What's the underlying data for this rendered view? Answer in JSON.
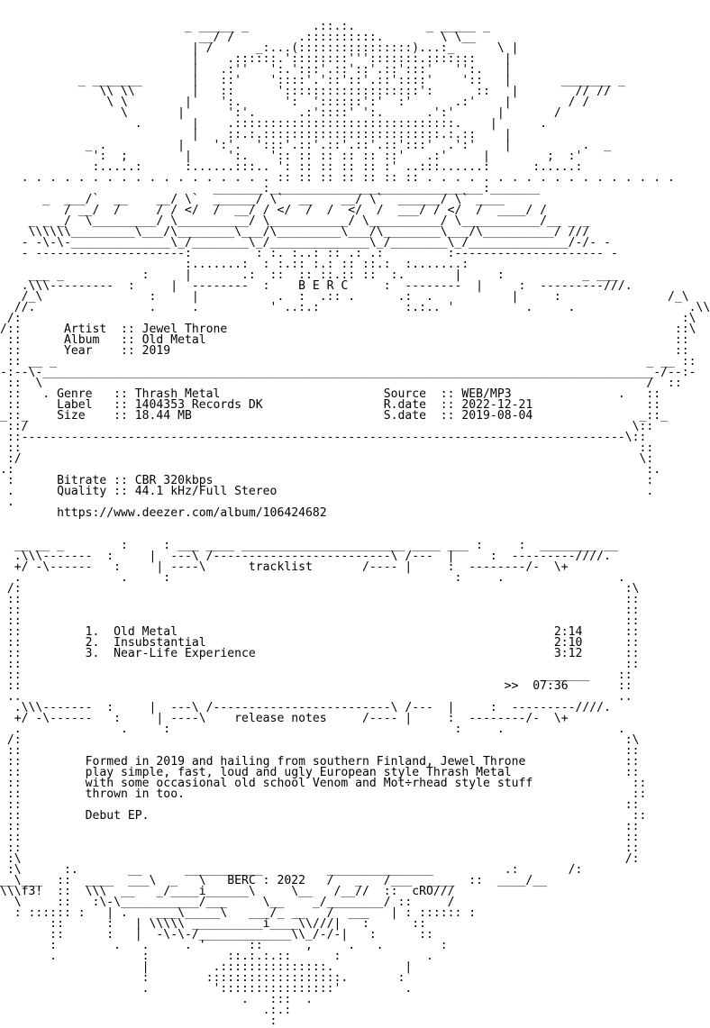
{
  "nfo": {
    "lines": [
      "                          _ _____ _         .::.:.          _ _____ _",
      "                            __/ /         .::::::::::.        \\ \\__",
      "                           | /      _:...(::::::::::::::::)...:_      \\ |",
      "                           |    .::::::.'::::::::''':::::::.:::::::    |",
      "                           |   .:''   ':.':::'.::'::'.::':::'   '':.   |",
      "           _ _______       |   ::'    '::::'.'::'::'.::'::::'    '::   |       _______ _",
      "              \\\\ \\\\        |   ::      ':::::::::::::::::::':      ::   |        // //",
      "               \\ \\        |    ':.      ':  '::::::':'  :'      .:'    |        / /",
      "                 \\       |      ':'.      .:'::::' ':.      .':'      |       /",
      "                   .       |    .:::::::::::::::::::::::::::::::.    |      .",
      "                           |    ::.:.:::::::::::::::::::::::::.:.::    |",
      "            _ .          |    ':'.  ':::'.::'.::'.::'.::':::'  .':'    |          .  _",
      "             ':  ;        |     ':.   ':: :: :: :: :: ::'   .:'     |        ;  :'",
      "             :.....:      :......:::.. ': :: :: :: :: :' ..:::......:      :.....:",
      "   . . . . . . . . . . . . . . . . . . :: :: :: :: :: :: :: . . . . . . . . . . . . . . . . . .",
      "                              _______:______________________________:_______",
      "      _  ___/`  __    __/ \\`  ______/ \\`  __    __/ \\`  ______/ \\` ____",
      "         / __/  /     / / </  /  __/ / </  /  /  </  /  ___/ / </  /  ____/ /",
      "    _ _ _/  \\_________/ \\__________/ \\___________/ \\__________/ \\___________/__ _ _",
      "    \\\\\\\\\\\\_________\\___/\\________\\___/\\_________\\___/\\________\\___/\\__________/ ///",
      "   - -\\-\\-______________\\_/________\\_/______________\\_/________\\_/______________/-/- -",
      "   - ---------------------:         : :. :..: :: .: .:         :--------------------- -",
      "                          :.......:  : :.:: :.: :: ::.:  :.......:",
      "    ___ _           :     |       .:  ::  :: ::.:: ::  :.       |     :           _ ___",
      "   .\\\\\\---------  :     |  --------  :    B E R C     :  --------  |     :  ---------///.",
      "   /_\\               :     |           .  :  .:: .      .:  .           |     :               /_\\",
      "  //.                .     .          ' ..:.:            :.:.. '          .     .                .\\\\",
      " /:                                                                                             :\\",
      "/::      Artist  :: Jewel Throne                                                               ::\\",
      " ::      Album   :: Old Metal                                                                  ::",
      " ::      Year    :: 2019                                                                       ::",
      " :: __ _                                                                                   _ __ ::",
      "-:--\\-______________________________________________________________________________________-/--:-",
      " ::  \\                                                                                     /  ::",
      " ::   . Genre   :: Thrash Metal                       Source  :: WEB/MP3               .   ::",
      " ::     Label   :: 1404353 Records DK                 R.date  :: 2022-12-21                ::",
      "_::_    Size    :: 18.44 MB                           S.date  :: 2019-08-04               _::_",
      " ::/                                                                                     \\::",
      " ::-------------------------------------------------------------------------------------\\::",
      " ::                                                                                       ::",
      " :/                                                                                       \\:",
      ".:                                                                                         :.",
      " :      Bitrate :: CBR 320kbps                                                             :",
      " .      Quality :: 44.1 kHz/Full Stereo                                                    .",
      " .",
      "        https://www.deezer.com/album/106424682",
      "",
      "",
      "  __ __ _        :     : ___ ____ _______________________ ____ ___ :     :  ________ __",
      "  .\\\\\\-------  :     |  ---\\ /-------------------------\\ /---  |     :  ---------////.",
      "  +/ -\\------   :     | ----\\      tracklist       /---- |     :  --------/-  \\+",
      "  .              .     :                                        :     .                .",
      " /:                                                                                     :\\",
      " ::                                                                                     ::",
      " ::                                                                                     ::",
      " ::                                                                                     ::",
      " ::         1.  Old Metal                                                     2:14      ::",
      " ::         2.  Insubstantial                                                 2:10      ::",
      " ::         3.  Near-Life Experience                                          3:12      ::",
      " ::                                                                                     ::",
      " ::                                                                         _______    ::",
      " ::                                                                    >>  07:36       ::",
      " ..                                                                                    ..",
      "  .\\\\\\-------  :     |  ---\\ /-------------------------\\ /---  |     :  ---------////.",
      "  +/ -\\------   :     | ----\\    release notes     /---- |     :  --------/-  \\+",
      "  .              .     :                                        :     .                .",
      " /:                                                                                     :\\",
      " ::                                                                                     ::",
      " ::         Formed in 2019 and hailing from southern Finland, Jewel Throne              ::",
      " ::         play simple, fast, loud and ugly European style Thrash Metal                ::",
      " ::         with some occasional old school Venom and Mot÷rhead style stuff              ::",
      " ::         thrown in too.                                                               ::",
      " ::                                                                                     ::",
      " ::         Debut EP.                                                                    ::",
      " ::                                                                                     ::",
      " ::                                                                                     ::",
      " ::                                                                                     ::",
      " :\\                                                                                     /:",
      " :\\      :.       __      ___________         _______________          .:       /:",
      "__\\___  ::  ____  ___\\  _   \\   BERC : 2022   /   _   /___  ____  ::  ____/__",
      "\\\\\\f3!  ::  \\\\\\  __   _/____i______\\     \\__   /__//  ::  cRO///",
      "  \\     ::   :\\-\\___________/___     \\__    _/________/ ::     /",
      "  : :::::: :   | .    ___\\_____\\   ___/_ __   /  ___   | : :::::: :",
      "       ::      :   | \\\\\\\\\\ __________i____\\\\///|   :      ::",
      "       ::      :   |  -\\-\\-/_____________\\\\_/-/-|   :      ::",
      "       :        .   .     . '      ::      ,     .   .        :",
      "       .            :           ::.:.:.::      :            .",
      "                    |         .:::::::::::::::.          |",
      "                    :        :::::::::::::::::::.       :",
      "                    .         '::::::::::::::::'         .",
      "                                  .   :::  .",
      "                                     .:.:",
      "                                      :"
    ]
  }
}
